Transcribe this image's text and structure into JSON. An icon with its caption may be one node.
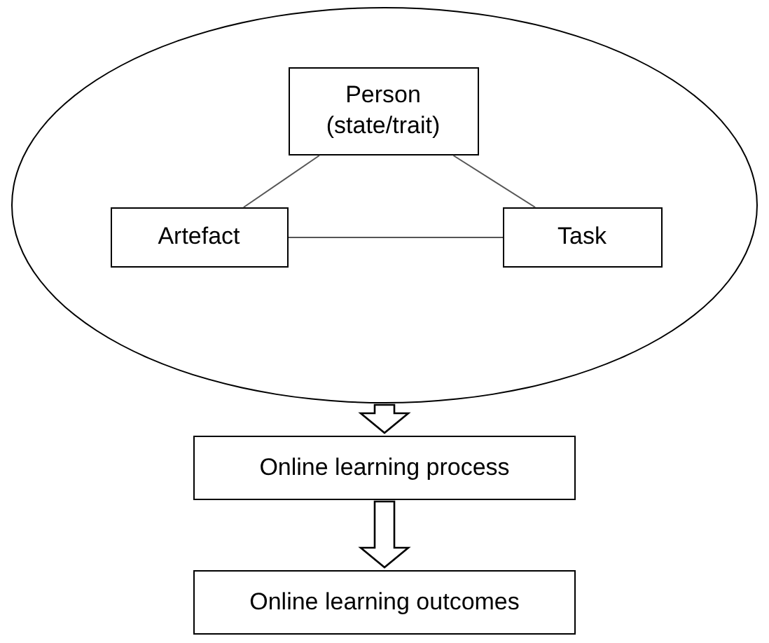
{
  "diagram": {
    "nodes": [
      {
        "text": [],
        "shape": "ellipse"
      },
      {
        "text": [
          "Person (state/trait)"
        ],
        "in": 0
      },
      {
        "text": [
          "Artefact"
        ],
        "in": 0
      },
      {
        "text": [
          "Task"
        ],
        "in": 0
      },
      {
        "text": [
          "Online learning process"
        ]
      },
      {
        "text": [
          "Online learning outcomes"
        ]
      }
    ],
    "edges": [
      {
        "from": 1,
        "to": 2,
        "arrow": "none"
      },
      {
        "from": 1,
        "to": 3,
        "arrow": "none"
      },
      {
        "from": 2,
        "to": 3,
        "arrow": "none"
      },
      {
        "from": 0,
        "to": 4,
        "arrow": "to"
      },
      {
        "from": 4,
        "to": 5,
        "arrow": "to"
      }
    ]
  }
}
